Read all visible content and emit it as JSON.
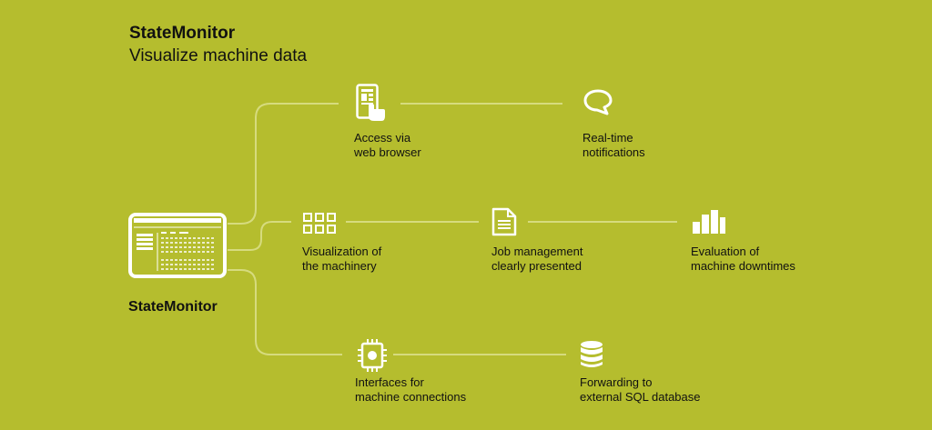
{
  "header": {
    "title": "StateMonitor",
    "subtitle": "Visualize machine data"
  },
  "center": {
    "label": "StateMonitor",
    "icon": "monitor-icon"
  },
  "features": {
    "web_browser": {
      "line1": "Access via",
      "line2": "web browser",
      "icon": "tablet-touch-icon"
    },
    "notifications": {
      "line1": "Real-time",
      "line2": "notifications",
      "icon": "speech-bubble-icon"
    },
    "visualization": {
      "line1": "Visualization of",
      "line2": "the machinery",
      "icon": "grid-icon"
    },
    "job_management": {
      "line1": "Job management",
      "line2": "clearly presented",
      "icon": "document-icon"
    },
    "downtimes": {
      "line1": "Evaluation of",
      "line2": "machine downtimes",
      "icon": "bar-chart-icon"
    },
    "interfaces": {
      "line1": "Interfaces for",
      "line2": "machine connections",
      "icon": "chip-icon"
    },
    "sql": {
      "line1": "Forwarding to",
      "line2": "external SQL database",
      "icon": "database-icon"
    }
  },
  "colors": {
    "background": "#b5bd2e",
    "line": "#d6db7e",
    "icon": "#ffffff",
    "text": "#111111"
  }
}
